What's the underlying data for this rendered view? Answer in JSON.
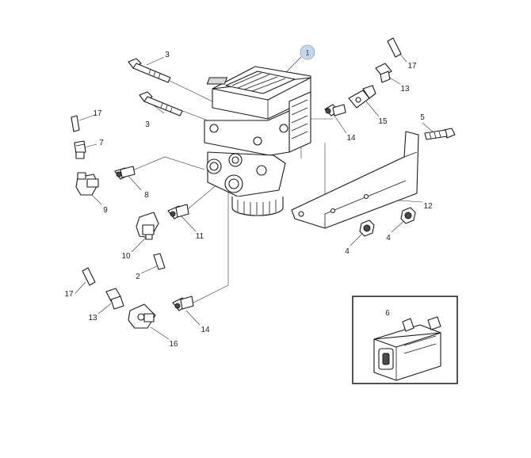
{
  "diagram": {
    "callouts": {
      "c1": "1",
      "c2": "2",
      "c3a": "3",
      "c3b": "3",
      "c4a": "4",
      "c4b": "4",
      "c5": "5",
      "c6": "6",
      "c7": "7",
      "c8": "8",
      "c9": "9",
      "c10": "10",
      "c11": "11",
      "c12": "12",
      "c13a": "13",
      "c13b": "13",
      "c14a": "14",
      "c14b": "14",
      "c15": "15",
      "c16": "16",
      "c17a": "17",
      "c17b": "17",
      "c17c": "17"
    },
    "highlight_color": "#c9d6ea",
    "line_color": "#1a1a1a"
  }
}
